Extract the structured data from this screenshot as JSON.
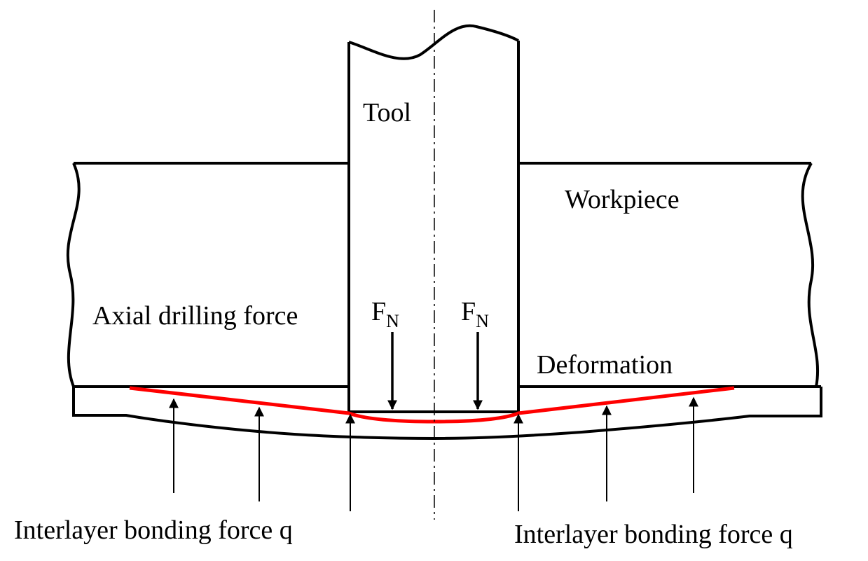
{
  "labels": {
    "tool": "Tool",
    "workpiece": "Workpiece",
    "axial_force": "Axial drilling force",
    "force_symbol": "F",
    "force_subscript": "N",
    "deformation": "Deformation",
    "bonding_force": "Interlayer bonding force q"
  },
  "colors": {
    "outline": "#000000",
    "deformation_curve": "#ff0000",
    "background": "#ffffff"
  }
}
